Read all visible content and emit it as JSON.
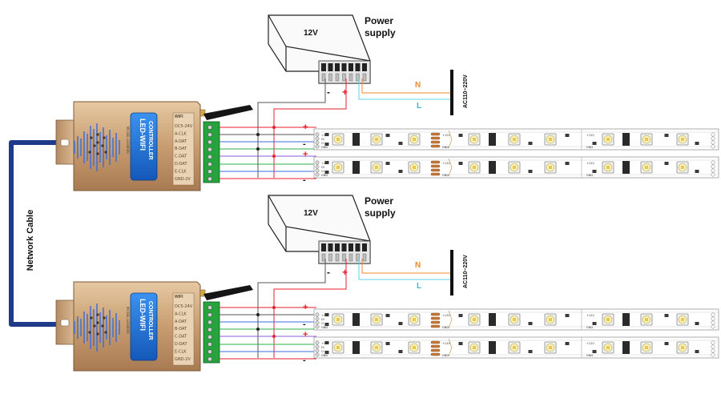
{
  "network_cable_label": "Network Cable",
  "power_units": [
    {
      "voltage_label": "12V",
      "title_line1": "Power",
      "title_line2": "supply",
      "neutral_label": "N",
      "live_label": "L",
      "ac_label": "AC110~220V",
      "minus_label": "-",
      "plus_label": "+"
    },
    {
      "voltage_label": "12V",
      "title_line1": "Power",
      "title_line2": "supply",
      "neutral_label": "N",
      "live_label": "L",
      "ac_label": "AC110~220V",
      "minus_label": "-",
      "plus_label": "+"
    }
  ],
  "controllers": [
    {
      "brand_line": "LED-WIFI",
      "brand_line2": "CONTROLLER",
      "model": "MODEL:LED8000",
      "wifi_label": "WIFI",
      "terminals": [
        "DC5-24V",
        "A-CLK",
        "A-DAT",
        "B-DAT",
        "C-DAT",
        "D-DAT",
        "E-CLK",
        "GND-2V"
      ]
    },
    {
      "brand_line": "LED-WIFI",
      "brand_line2": "CONTROLLER",
      "model": "MODEL:LED8000",
      "wifi_label": "WIFI",
      "terminals": [
        "DC5-24V",
        "A-CLK",
        "A-DAT",
        "B-DAT",
        "C-DAT",
        "D-DAT",
        "E-CLK",
        "GND-2V"
      ]
    }
  ],
  "strip_labels": {
    "plus": "+",
    "minus": "-",
    "pin_labels": [
      "+12V",
      "DI",
      "CI",
      "GND"
    ]
  },
  "colors": {
    "cable": "#1f3a8a",
    "psu_line": "#555555",
    "red": "#e8202a",
    "neutral": "#f08a2a",
    "live": "#5fd0e8",
    "green": "#2bb24c",
    "blue": "#3a6fe0",
    "purple": "#8d5bd8",
    "housing": "#c9a37a",
    "label_blue": "#1e73d8"
  }
}
